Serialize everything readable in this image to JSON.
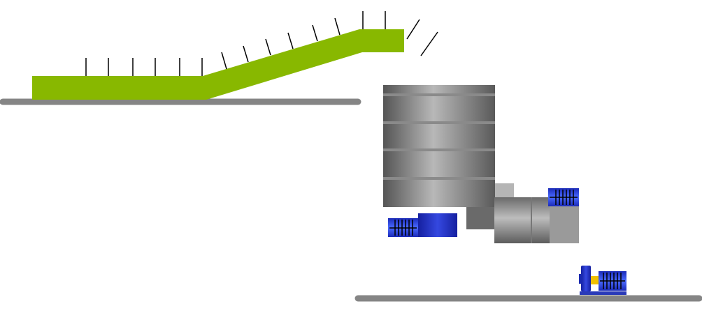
{
  "colors": {
    "conveyor": "#88b800",
    "floor": "#808080",
    "steel_dark": "#585858",
    "steel_light": "#b0b0b0",
    "motor_blue": "#2233cc",
    "motor_blue_light": "#4a6aff",
    "coupling": "#f0c000",
    "stroke": "#000000",
    "background": "#ffffff"
  },
  "components": [
    {
      "name": "inclined-belt-conveyor",
      "icon": "conveyor-icon"
    },
    {
      "name": "mixing-silo-tank",
      "icon": "silo-icon"
    },
    {
      "name": "gear-reducer-drive",
      "icon": "gearbox-icon"
    },
    {
      "name": "electric-motor",
      "icon": "motor-icon"
    },
    {
      "name": "centrifugal-pump",
      "icon": "pump-icon"
    }
  ]
}
